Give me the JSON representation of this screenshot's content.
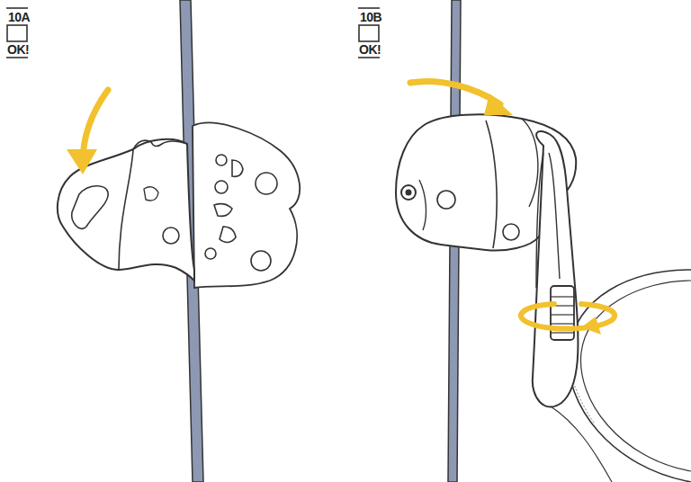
{
  "diagram": {
    "labels": [
      "10A",
      "OK!",
      "10B",
      "OK!"
    ]
  }
}
